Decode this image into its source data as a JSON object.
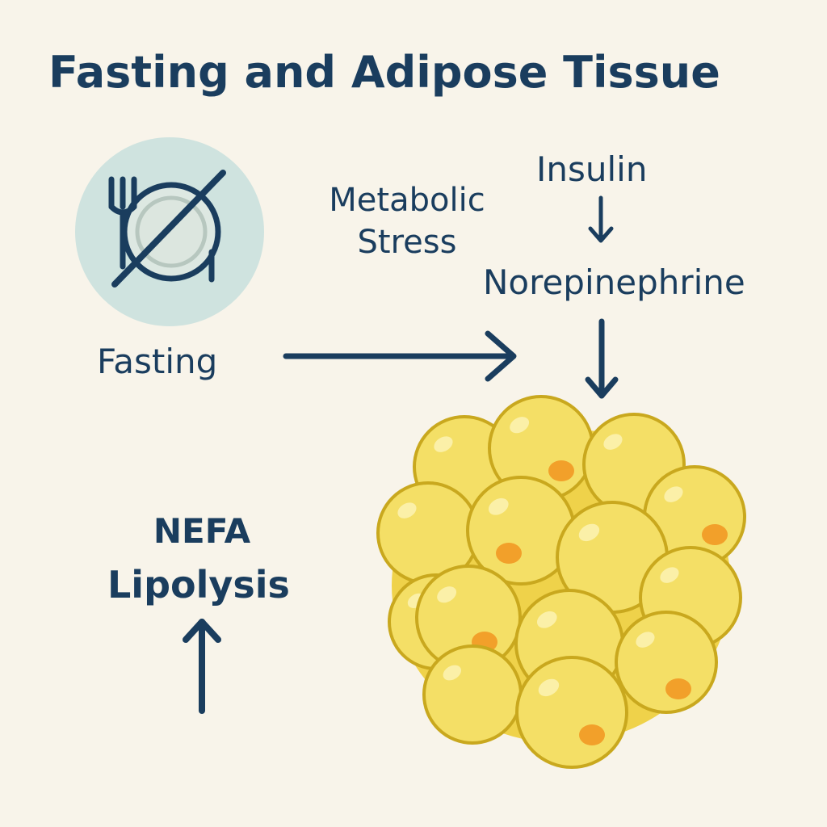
{
  "title": "Fasting and Adipose Tissue",
  "labels": {
    "fasting": "Fasting",
    "metabolic_stress": "Metabolic Stress",
    "insulin": "Insulin",
    "norepinephrine": "Norepinephrine",
    "nefa": "NEFA",
    "lipolysis": "Lipolysis"
  },
  "icons": {
    "fasting_symbol": "no-eating-icon",
    "adipose_cluster": "adipocyte-cluster-icon"
  },
  "colors": {
    "background": "#f8f4ea",
    "text": "#1a3d5e",
    "icon_circle": "#cfe3df",
    "fat_cell_fill": "#f4df66",
    "fat_cell_stroke": "#c9a81e",
    "nucleus": "#f2a02a",
    "highlight": "#fbf0a8"
  }
}
